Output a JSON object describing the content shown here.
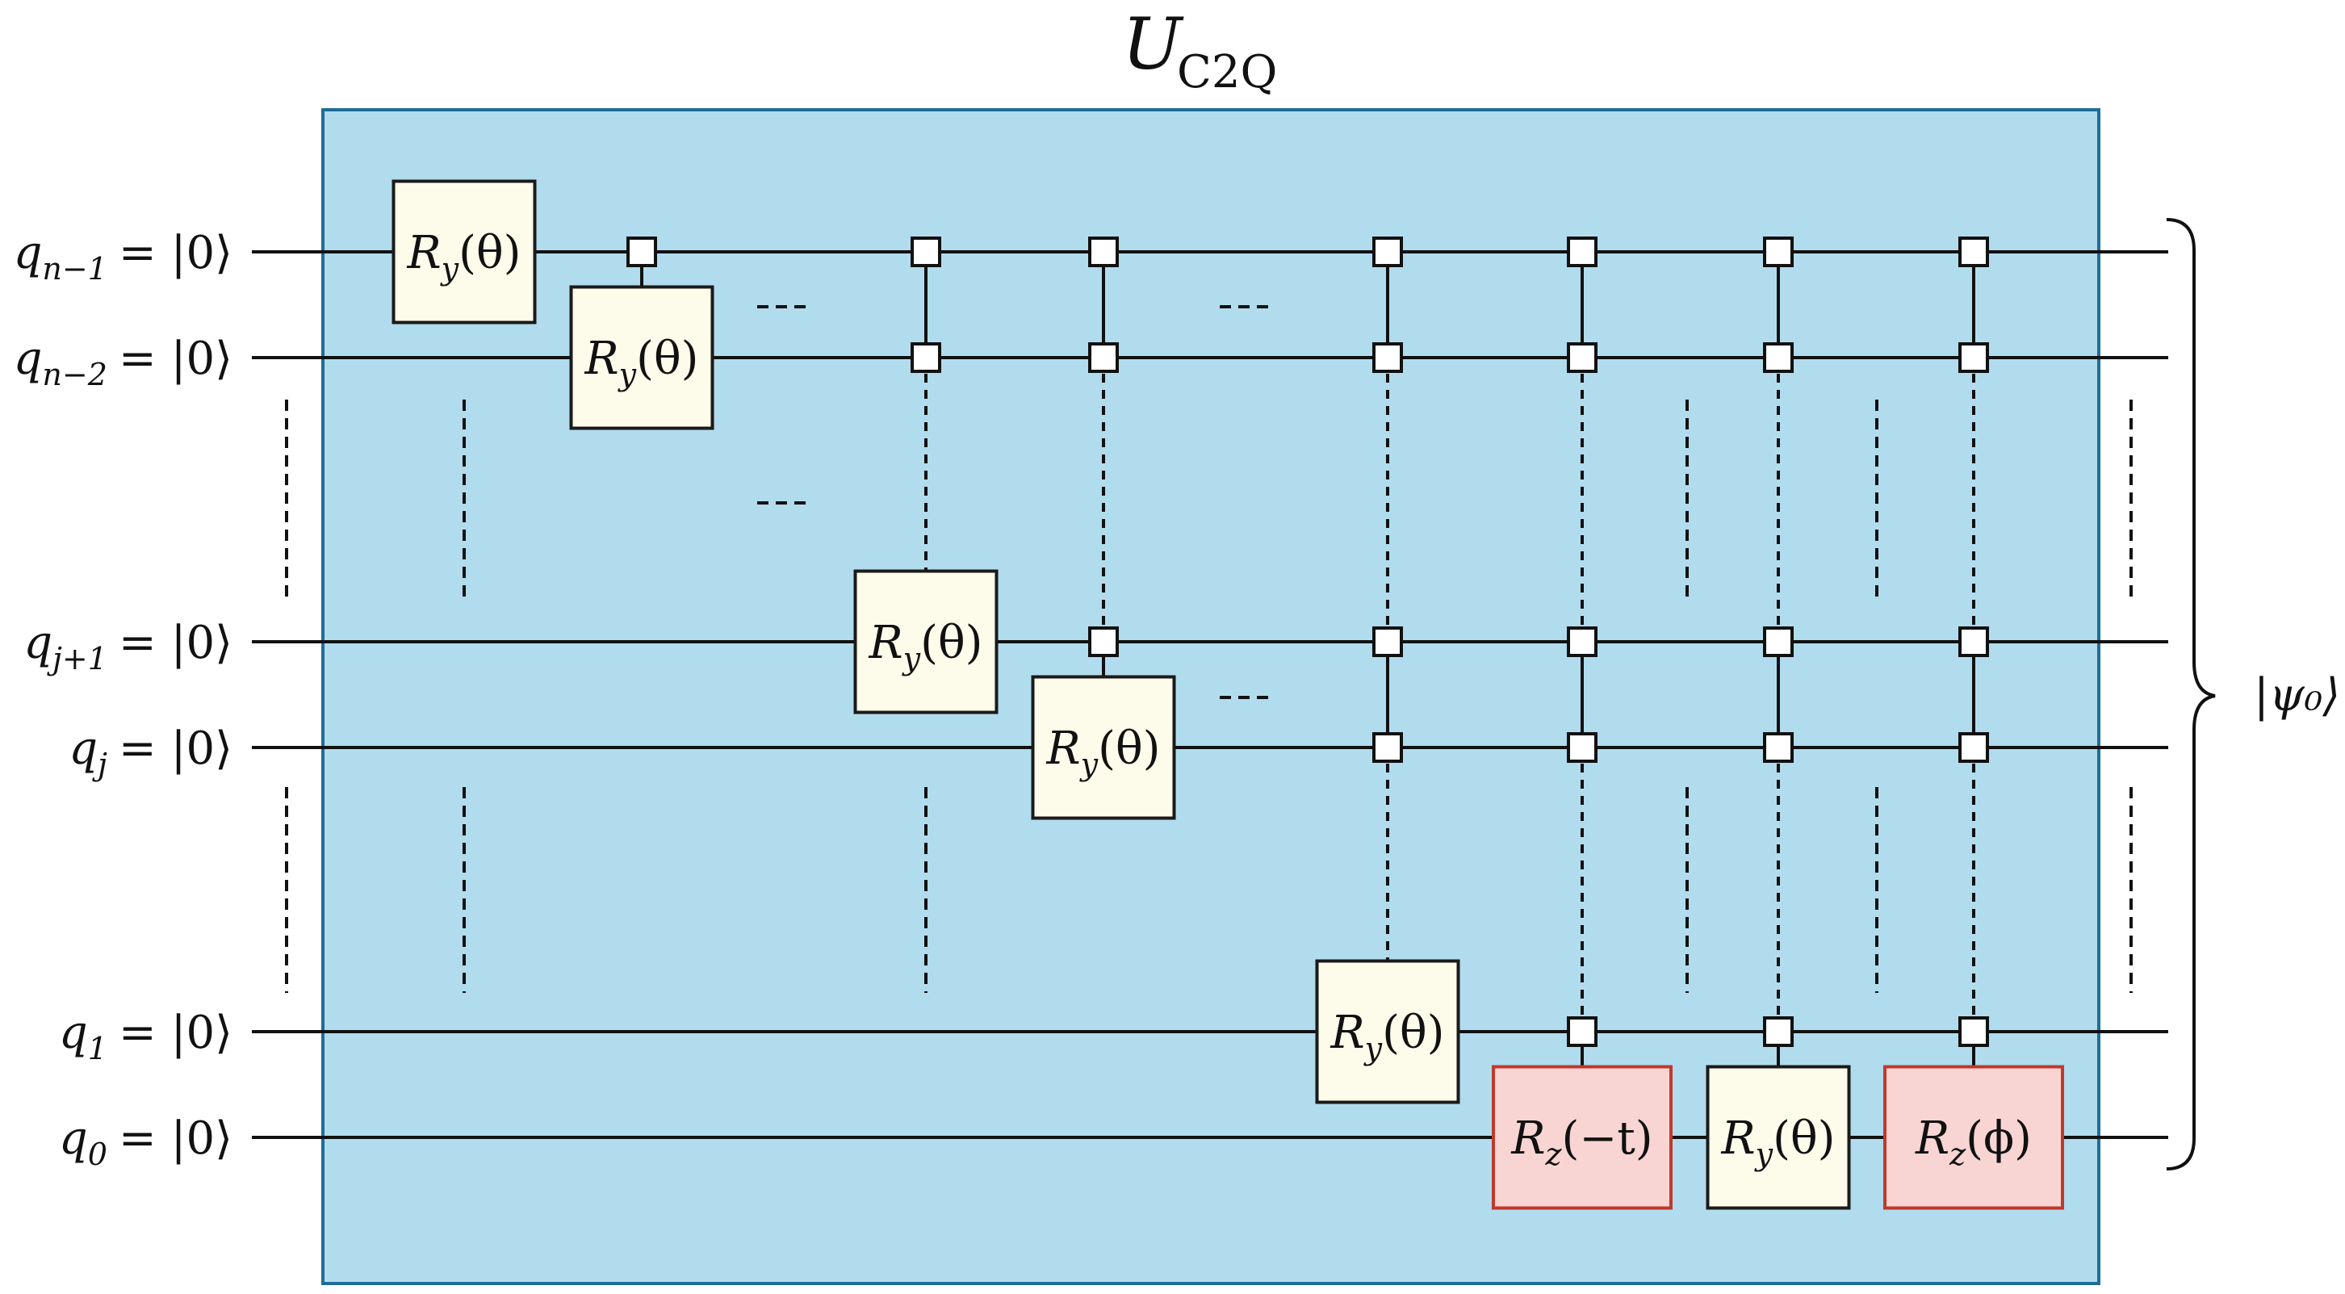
{
  "title": {
    "main": "U",
    "sub": "C2Q"
  },
  "qubits": [
    {
      "id": "qn-1",
      "name": "q",
      "sub": "n−1",
      "ket": "= |0⟩"
    },
    {
      "id": "qn-2",
      "name": "q",
      "sub": "n−2",
      "ket": "= |0⟩"
    },
    {
      "id": "qj+1",
      "name": "q",
      "sub": "j+1",
      "ket": "= |0⟩"
    },
    {
      "id": "qj",
      "name": "q",
      "sub": "j",
      "ket": "= |0⟩"
    },
    {
      "id": "q1",
      "name": "q",
      "sub": "1",
      "ket": "= |0⟩"
    },
    {
      "id": "q0",
      "name": "q",
      "sub": "0",
      "ket": "= |0⟩"
    }
  ],
  "gates": [
    {
      "id": "g1",
      "base": "R",
      "sub": "y",
      "arg": "(θ)",
      "kind": "ry",
      "target": "qn-1",
      "controls": []
    },
    {
      "id": "g2",
      "base": "R",
      "sub": "y",
      "arg": "(θ)",
      "kind": "ry",
      "target": "qn-2",
      "controls": [
        "qn-1"
      ]
    },
    {
      "id": "g3",
      "base": "R",
      "sub": "y",
      "arg": "(θ)",
      "kind": "ry",
      "target": "qj+1",
      "controls": [
        "qn-1",
        "qn-2"
      ]
    },
    {
      "id": "g4",
      "base": "R",
      "sub": "y",
      "arg": "(θ)",
      "kind": "ry",
      "target": "qj",
      "controls": [
        "qn-1",
        "qn-2",
        "qj+1"
      ]
    },
    {
      "id": "g5",
      "base": "R",
      "sub": "y",
      "arg": "(θ)",
      "kind": "ry",
      "target": "q1",
      "controls": [
        "qn-1",
        "qn-2",
        "qj+1",
        "qj"
      ]
    },
    {
      "id": "g6",
      "base": "R",
      "sub": "z",
      "arg": "(−t)",
      "kind": "rz",
      "target": "q0",
      "controls": [
        "qn-1",
        "qn-2",
        "qj+1",
        "qj",
        "q1"
      ]
    },
    {
      "id": "g7",
      "base": "R",
      "sub": "y",
      "arg": "(θ)",
      "kind": "ry",
      "target": "q0",
      "controls": [
        "qn-1",
        "qn-2",
        "qj+1",
        "qj",
        "q1"
      ]
    },
    {
      "id": "g8",
      "base": "R",
      "sub": "z",
      "arg": "(ϕ)",
      "kind": "rz",
      "target": "q0",
      "controls": [
        "qn-1",
        "qn-2",
        "qj+1",
        "qj",
        "q1"
      ]
    }
  ],
  "output_state": "|ψ₀⟩",
  "colors": {
    "block_fill": "#b1dcee",
    "block_stroke": "#1f6d99",
    "ry_fill": "#fdfbea",
    "ry_stroke": "#1a1a1a",
    "rz_fill": "#f8d5d2",
    "rz_stroke": "#c0392b",
    "wire": "#111111"
  }
}
